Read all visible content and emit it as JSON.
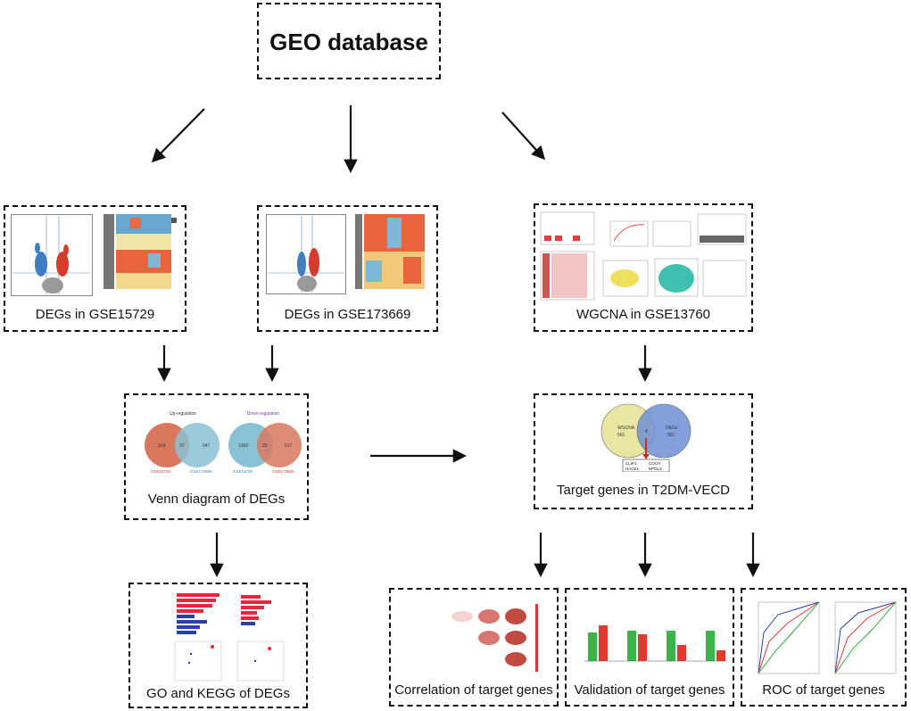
{
  "source": {
    "title": "GEO database"
  },
  "boxes": {
    "gse15729": "DEGs in GSE15729",
    "gse173669": "DEGs in GSE173669",
    "wgcna": "WGCNA in GSE13760",
    "venn": "Venn diagram of DEGs",
    "target": "Target genes in T2DM-VECD",
    "go": "GO and KEGG of DEGs",
    "correlation": "Correlation of target genes",
    "validation": "Validation of target genes",
    "roc": "ROC of target genes"
  },
  "venn_panel": {
    "up_title": "Up-regulation",
    "down_title": "Down-regulation",
    "up_left": "314",
    "up_mid": "37",
    "up_right": "647",
    "down_left": "1350",
    "down_mid": "25",
    "down_right": "517",
    "set_a": "GSE15729",
    "set_b": "GSE173669"
  },
  "target_panel": {
    "left_set": "WGCNA",
    "left_count": "561",
    "right_set": "DEGs",
    "right_count": "561",
    "overlap": "4",
    "genes": [
      "CLIP1",
      "COCH",
      "HACE1",
      "NPDLS"
    ]
  },
  "colors": {
    "venn_red": "#d9785e",
    "venn_blue": "#89c2d4",
    "target_yellow": "#e8e6a0",
    "target_blue": "#6f8fd6",
    "bar_green": "#3bb54a",
    "bar_red": "#e03a2f",
    "go_red": "#e8263b",
    "go_blue": "#2940a8"
  }
}
